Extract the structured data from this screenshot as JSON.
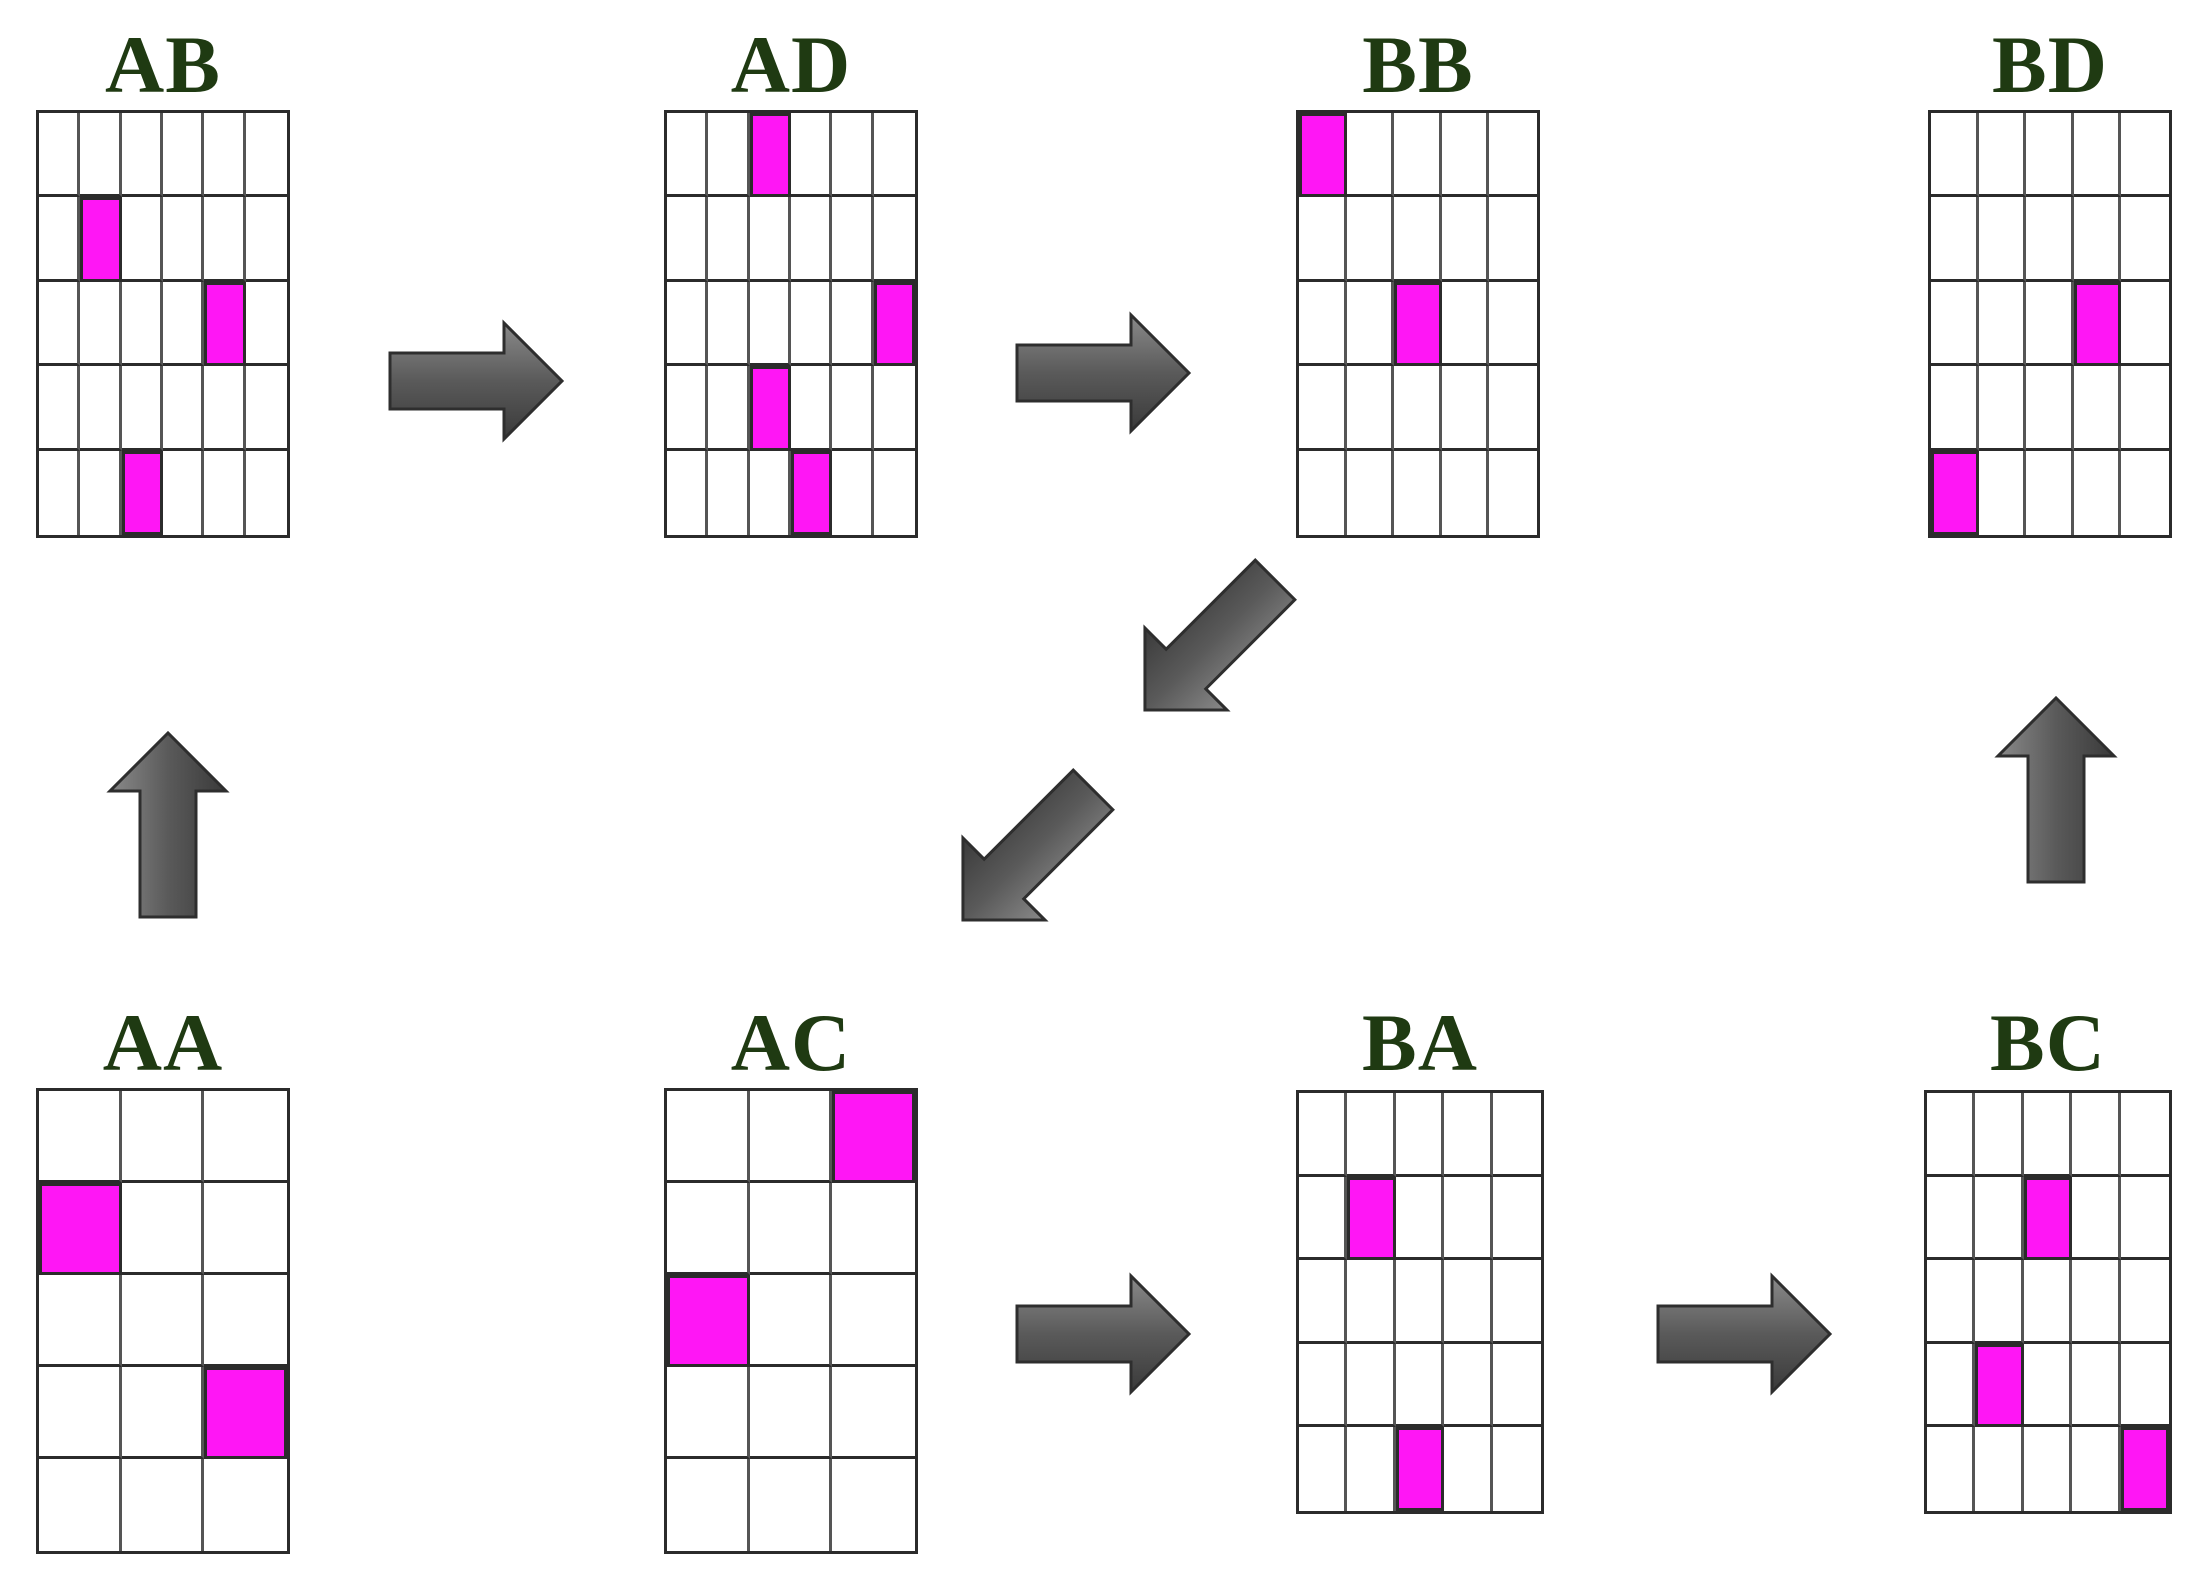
{
  "panels": [
    {
      "id": "AB",
      "label": "AB",
      "cols": 6,
      "rows": 5,
      "on": [
        [
          1,
          1
        ],
        [
          2,
          4
        ],
        [
          4,
          2
        ]
      ]
    },
    {
      "id": "AD",
      "label": "AD",
      "cols": 6,
      "rows": 5,
      "on": [
        [
          0,
          2
        ],
        [
          2,
          5
        ],
        [
          3,
          2
        ],
        [
          4,
          3
        ]
      ]
    },
    {
      "id": "BB",
      "label": "BB",
      "cols": 5,
      "rows": 5,
      "on": [
        [
          0,
          0
        ],
        [
          2,
          2
        ]
      ]
    },
    {
      "id": "BD",
      "label": "BD",
      "cols": 5,
      "rows": 5,
      "on": [
        [
          2,
          3
        ],
        [
          4,
          0
        ]
      ]
    },
    {
      "id": "AA",
      "label": "AA",
      "cols": 3,
      "rows": 5,
      "on": [
        [
          1,
          0
        ],
        [
          3,
          2
        ]
      ]
    },
    {
      "id": "AC",
      "label": "AC",
      "cols": 3,
      "rows": 5,
      "on": [
        [
          0,
          2
        ],
        [
          2,
          0
        ]
      ]
    },
    {
      "id": "BA",
      "label": "BA",
      "cols": 5,
      "rows": 5,
      "on": [
        [
          1,
          1
        ],
        [
          4,
          2
        ]
      ]
    },
    {
      "id": "BC",
      "label": "BC",
      "cols": 5,
      "rows": 5,
      "on": [
        [
          1,
          2
        ],
        [
          3,
          1
        ],
        [
          4,
          4
        ]
      ]
    }
  ],
  "arrows": [
    {
      "from": "AB",
      "to": "AD",
      "direction": "right"
    },
    {
      "from": "AD",
      "to": "BB",
      "direction": "right"
    },
    {
      "from": "BB",
      "to": "AC",
      "direction": "down-left"
    },
    {
      "from": "BB",
      "to": "AC",
      "direction": "down-left"
    },
    {
      "from": "AA",
      "to": "AB",
      "direction": "up"
    },
    {
      "from": "BC",
      "to": "BD",
      "direction": "up"
    },
    {
      "from": "AC",
      "to": "BA",
      "direction": "right"
    },
    {
      "from": "BA",
      "to": "BC",
      "direction": "right"
    }
  ],
  "colors": {
    "highlight": "#ff16f5",
    "grid_line": "#2b2b2b",
    "arrow": "#555555",
    "label": "#1f3a12"
  }
}
